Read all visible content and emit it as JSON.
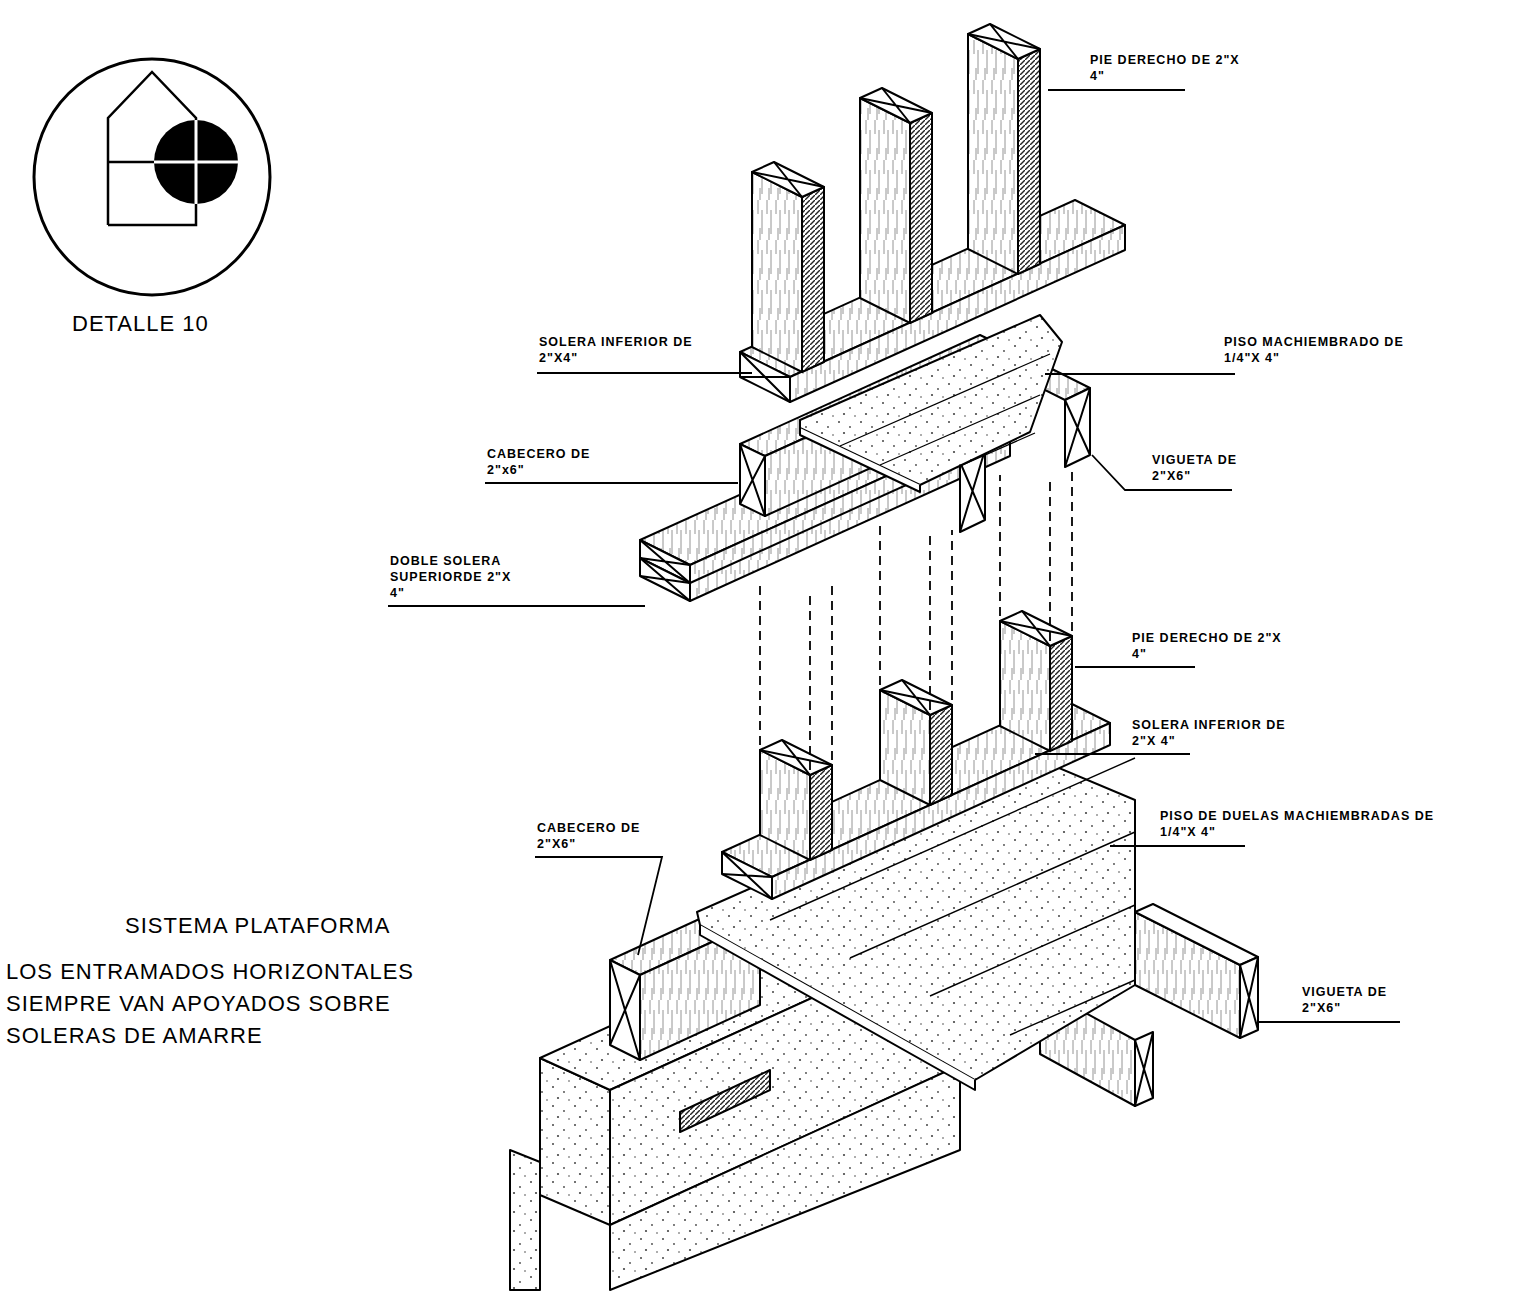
{
  "diagram": {
    "title": "SISTEMA PLATAFORMA",
    "caption": "LOS ENTRAMADOS HORIZONTALES SIEMPRE VAN APOYADOS SOBRE SOLERAS DE AMARRE",
    "labels": [
      "DETALLE 10",
      "PIE DERECHO DE 2\"X 4\"",
      "SOLERA INFERIOR DE 2\"X4\"",
      "PISO MACHIEMBRADO DE 1/4\"X 4\"",
      "CABECERO DE 2\"x6\"",
      "VIGUETA DE 2\"X6\"",
      "DOBLE SOLERA SUPERIORDE 2\"X 4\"",
      "PIE DERECHO DE 2\"X 4\"",
      "SOLERA INFERIOR DE 2\"X 4\"",
      "PISO DE DUELAS MACHIEMBRADAS DE 1/4\"X 4\"",
      "CABECERO DE 2\"X6\"",
      "VIGUETA DE 2\"X6\""
    ]
  }
}
